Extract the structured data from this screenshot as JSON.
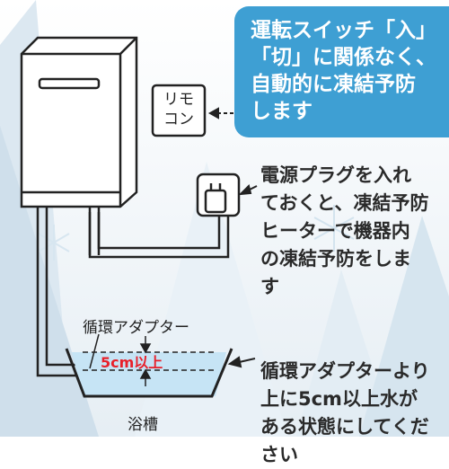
{
  "colors": {
    "callout_bg": "#3e9fd3",
    "water": "#c6e4f5",
    "min_level_text": "#e8202a",
    "line": "#222222"
  },
  "callout": {
    "lines": [
      "運転スイッチ「入」",
      "「切」に関係なく、",
      "自動的に凍結予防",
      "します"
    ]
  },
  "remote": {
    "lines": [
      "リモ",
      "コン"
    ]
  },
  "heater_desc": {
    "lines": [
      "電源プラグを入れ",
      "ておくと、凍結予防",
      "ヒーターで機器内",
      "の凍結予防をしま",
      "す"
    ]
  },
  "adapter_label": "循環アダプター",
  "min_level_label": "5cm以上",
  "bathtub_label": "浴槽",
  "adapter_desc": {
    "lines": [
      "循環アダプターより",
      "上に5cm以上水が",
      "ある状態にしてくだ",
      "さい"
    ]
  }
}
